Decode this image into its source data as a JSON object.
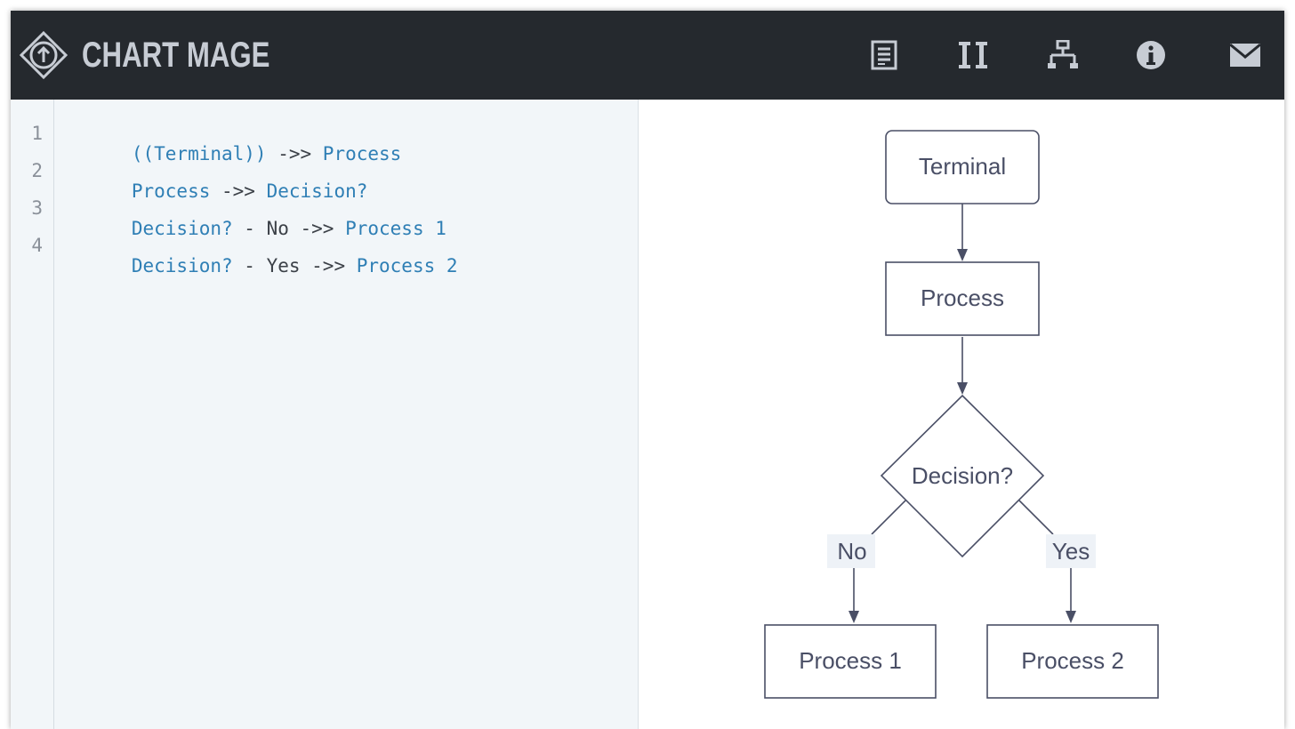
{
  "app": {
    "brand": "CHART MAGE"
  },
  "toolbar": {
    "buttons": [
      {
        "name": "document-icon"
      },
      {
        "name": "columns-icon"
      },
      {
        "name": "sitemap-icon"
      },
      {
        "name": "info-icon"
      },
      {
        "name": "mail-icon"
      }
    ]
  },
  "editor": {
    "line_numbers": [
      "1",
      "2",
      "3",
      "4"
    ],
    "lines": [
      [
        {
          "t": "((Terminal))",
          "k": "node"
        },
        {
          "t": " ->> ",
          "k": "op"
        },
        {
          "t": "Process",
          "k": "node"
        }
      ],
      [
        {
          "t": "Process",
          "k": "node"
        },
        {
          "t": " ->> ",
          "k": "op"
        },
        {
          "t": "Decision?",
          "k": "node"
        }
      ],
      [
        {
          "t": "Decision?",
          "k": "node"
        },
        {
          "t": " - No ->> ",
          "k": "op"
        },
        {
          "t": "Process 1",
          "k": "node"
        }
      ],
      [
        {
          "t": "Decision?",
          "k": "node"
        },
        {
          "t": " - Yes ->> ",
          "k": "op"
        },
        {
          "t": "Process 2",
          "k": "node"
        }
      ]
    ]
  },
  "flowchart": {
    "nodes": {
      "terminal": "Terminal",
      "process": "Process",
      "decision": "Decision?",
      "process1": "Process 1",
      "process2": "Process 2"
    },
    "edge_labels": {
      "no": "No",
      "yes": "Yes"
    }
  },
  "colors": {
    "header_bg": "#25292e",
    "brand_text": "#c7ccd4",
    "icon": "#c7ccd4",
    "editor_bg": "#f2f6f9",
    "code_node": "#2f7fb5",
    "code_op": "#3c4148",
    "flow_stroke": "#4a4f66"
  }
}
